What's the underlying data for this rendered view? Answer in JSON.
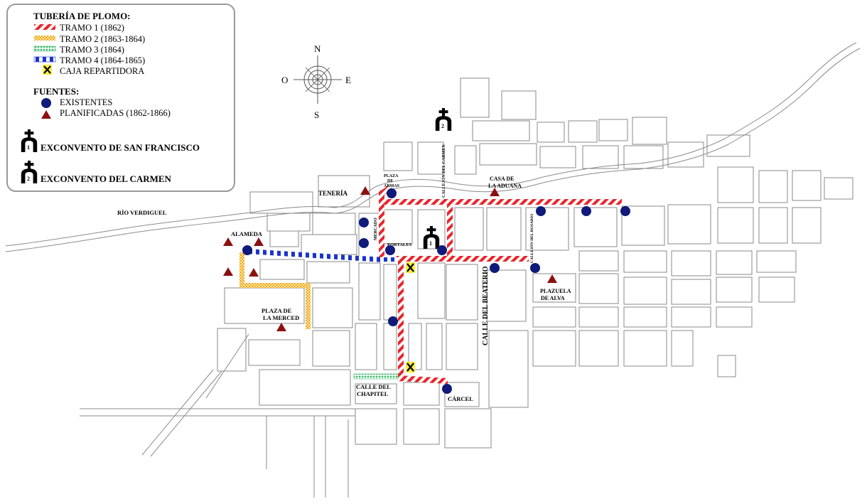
{
  "legend": {
    "heading": "TUBERÍA DE PLOMO:",
    "pipes": [
      {
        "label": "TRAMO 1 (1862)",
        "color": "#e8252b"
      },
      {
        "label": "TRAMO 2 (1863-1864)",
        "color": "#f5b841"
      },
      {
        "label": "TRAMO 3 (1864)",
        "color": "#4cc27a"
      },
      {
        "label": "TRAMO 4 (1864-1865)",
        "color": "#1a34c9"
      }
    ],
    "caja": "CAJA REPARTIDORA",
    "fuentes_heading": "FUENTES:",
    "existentes": "EXISTENTES",
    "planificadas": "PLANIFICADAS (1862-1866)",
    "convent1": "EXCONVENTO DE SAN FRANCISCO",
    "convent2": "EXCONVENTO DEL CARMEN"
  },
  "compass": {
    "n": "N",
    "s": "S",
    "e": "E",
    "o": "O"
  },
  "labels": {
    "rio": "RÍO VERDIGUEL",
    "teneria": "TENERÍA",
    "alameda": "ALAMEDA",
    "plaza_armas_1": "PLAZA",
    "plaza_armas_2": "DE",
    "plaza_armas_3": "ARMAS",
    "mercado": "MERCADO",
    "portales": "PORTALES",
    "callejon_carmen": "CALLEJÓN DEL CARMEN",
    "callejon_rosario": "CALLEJÓN DEL ROSARIO",
    "aduana_1": "CASA DE",
    "aduana_2": "LA ADUANA",
    "calle_beaterio": "CALLE DEL BEATERIO",
    "plazuela_1": "PLAZUELA",
    "plazuela_2": "DE ALVA",
    "merced_1": "PLAZA DE",
    "merced_2": "LA MERCED",
    "chapitel_1": "CALLE DEL",
    "chapitel_2": "CHAPITEL",
    "carcel": "CÁRCEL",
    "convent1_num": "1",
    "convent2_num": "2"
  },
  "colors": {
    "existentes": "#0f1a7a",
    "planificadas": "#8b1010",
    "caja": "#f7ee3a",
    "blocks": "#888888"
  }
}
